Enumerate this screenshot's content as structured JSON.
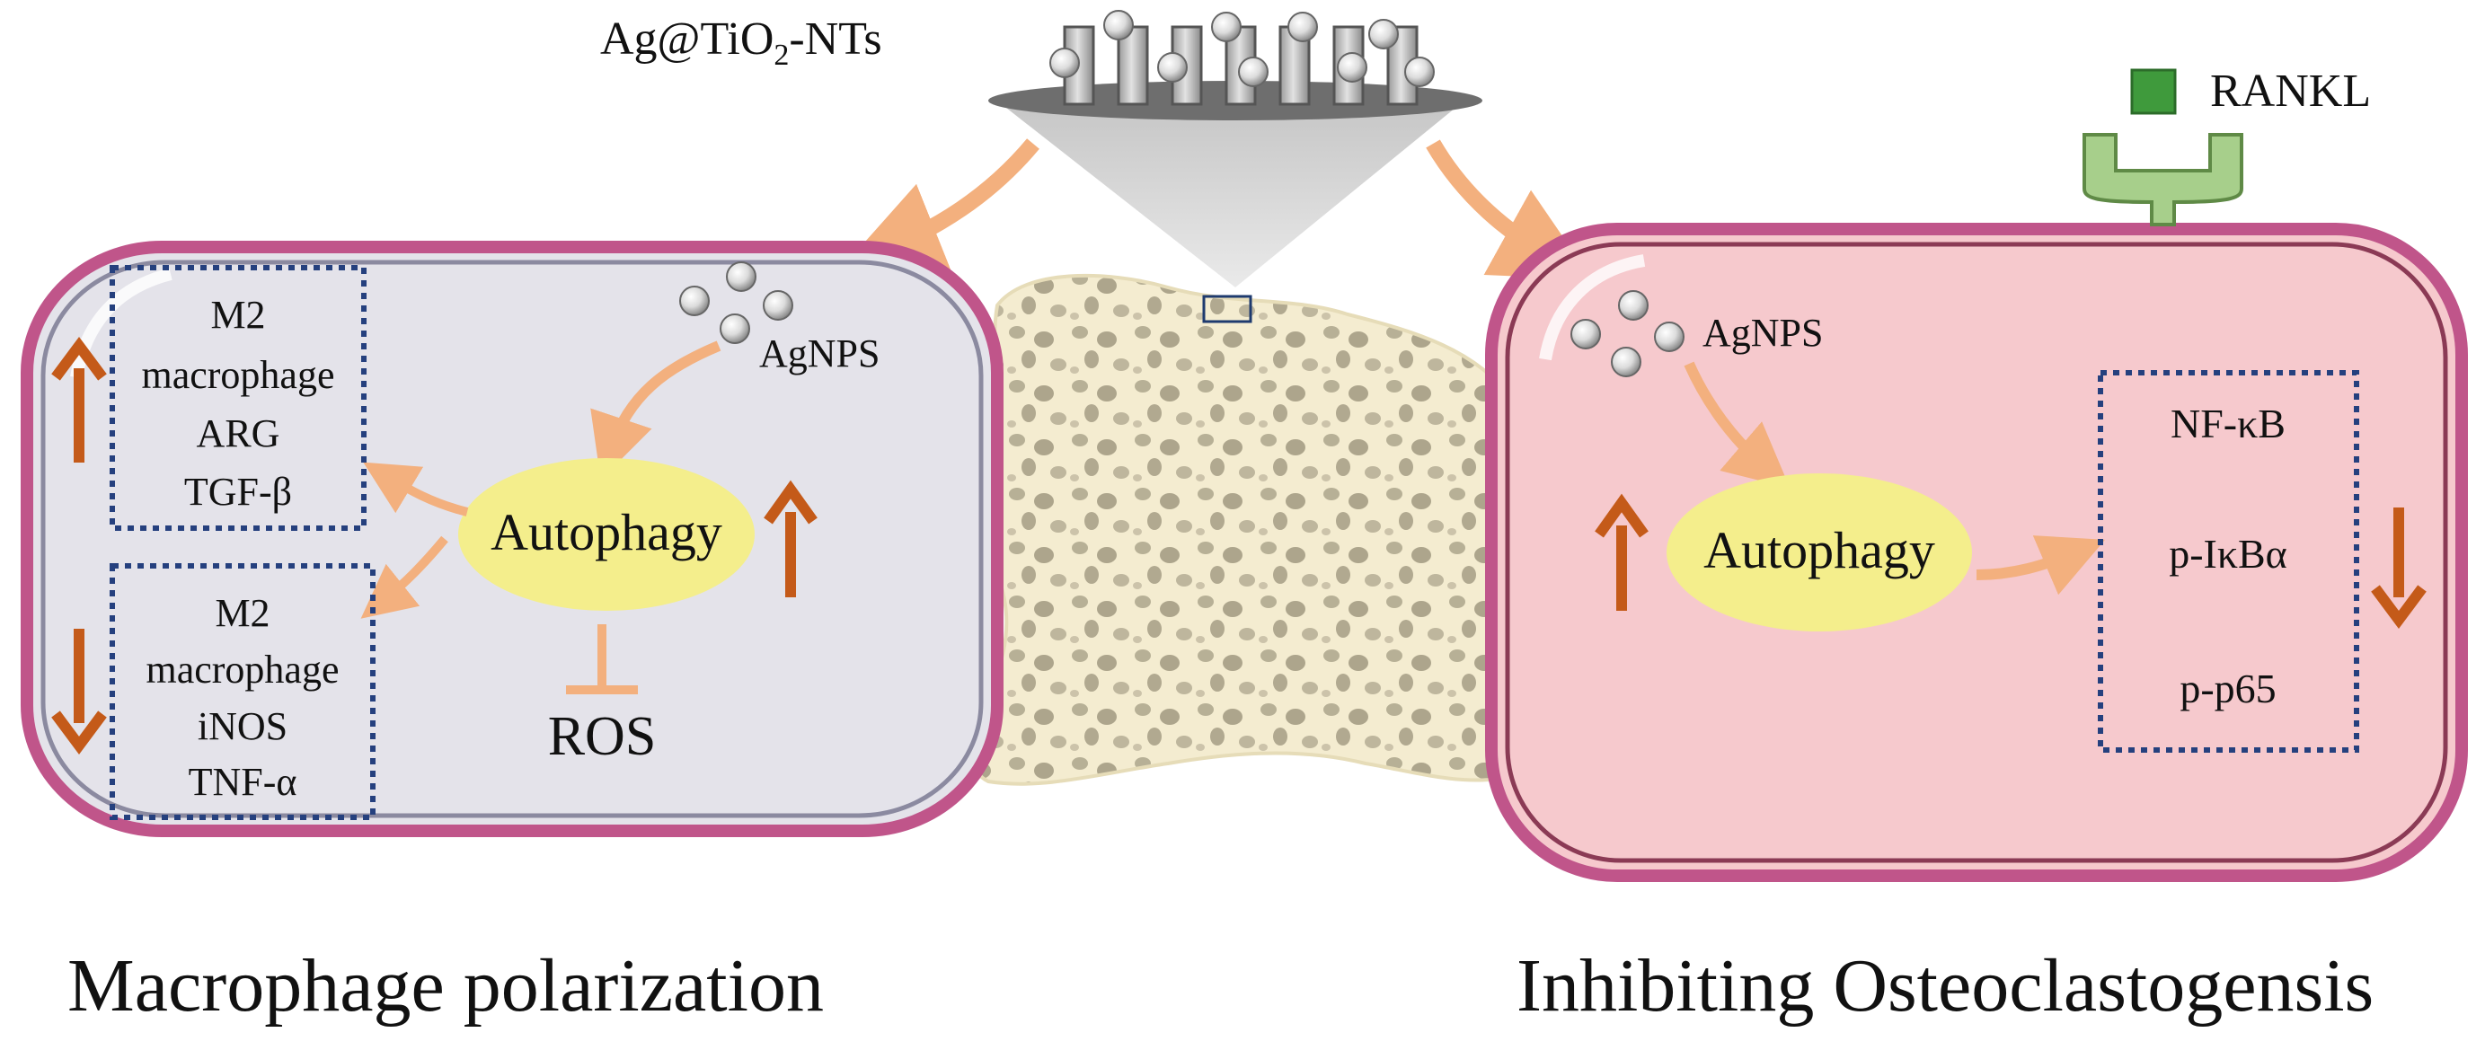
{
  "top_label": {
    "main": "Ag@TiO",
    "sub": "2",
    "tail": "-NTs"
  },
  "receptor_label": "RANKL",
  "left_cell": {
    "agnps_label": "AgNPS",
    "autophagy_label": "Autophagy",
    "ros_label": "ROS",
    "up_box": [
      "M2",
      "macrophage",
      "ARG",
      "TGF-β"
    ],
    "down_box": [
      "M2",
      "macrophage",
      "iNOS",
      "TNF-α"
    ]
  },
  "right_cell": {
    "agnps_label": "AgNPS",
    "autophagy_label": "Autophagy",
    "box": [
      "NF-κB",
      "p-IκBα",
      "p-p65"
    ]
  },
  "captions": {
    "left": "Macrophage polarization",
    "right": "Inhibiting Osteoclastogensis"
  },
  "colors": {
    "left_cell_fill": "#e4e3ea",
    "left_cell_border": "#c0558a",
    "right_cell_fill": "#f6c9cd",
    "right_cell_border": "#c0558a",
    "autophagy_fill": "#f4ee8c",
    "arrow_orange": "#f3b07e",
    "updown_arrow": "#c45a19",
    "dotted_box": "#25407e",
    "bone_fill": "#f4ecd0",
    "rankl_green": "#3f9a3c",
    "receptor_green": "#a7cf8b"
  }
}
